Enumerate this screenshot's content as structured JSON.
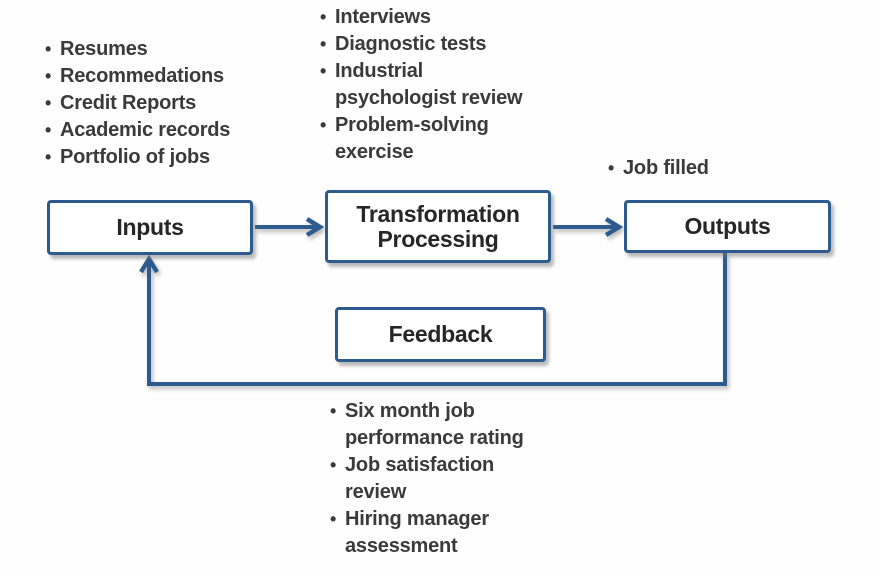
{
  "diagram": {
    "bullet": "•",
    "colors": {
      "accent": "#2e5b8d",
      "text": "#3a3a3a",
      "box_label": "#262626",
      "background": "#fefefe"
    },
    "boxes": {
      "inputs_label": "Inputs",
      "processing_label": "Transformation Processing",
      "outputs_label": "Outputs",
      "feedback_label": "Feedback"
    },
    "lists": {
      "inputs": [
        "Resumes",
        "Recommedations",
        "Credit Reports",
        "Academic records",
        "Portfolio of jobs"
      ],
      "processing": [
        "Interviews",
        "Diagnostic tests",
        "Industrial psychologist review",
        "Problem-solving exercise"
      ],
      "outputs": [
        "Job filled"
      ],
      "feedback": [
        "Six month job performance rating",
        "Job satisfaction review",
        "Hiring manager assessment"
      ]
    }
  }
}
